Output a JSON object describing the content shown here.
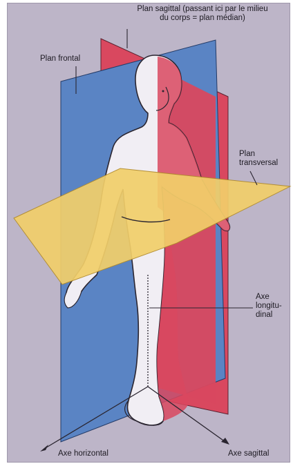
{
  "labels": {
    "sagittal_plane_line1": "Plan sagittal (passant ici par le milieu",
    "sagittal_plane_line2": "du corps = plan médian)",
    "frontal_plane": "Plan frontal",
    "transverse_plane_line1": "Plan",
    "transverse_plane_line2": "transversal",
    "longitudinal_axis_line1": "Axe",
    "longitudinal_axis_line2": "longitu-",
    "longitudinal_axis_line3": "dinal",
    "horizontal_axis": "Axe horizontal",
    "sagittal_axis": "Axe sagittal"
  },
  "colors": {
    "background": "#bdb5c8",
    "frontal_plane": "#5a84c4",
    "sagittal_plane": "#d9485f",
    "transverse_plane": "#f2cf6a",
    "body": "#f1eef4",
    "outline": "#2a2530"
  }
}
